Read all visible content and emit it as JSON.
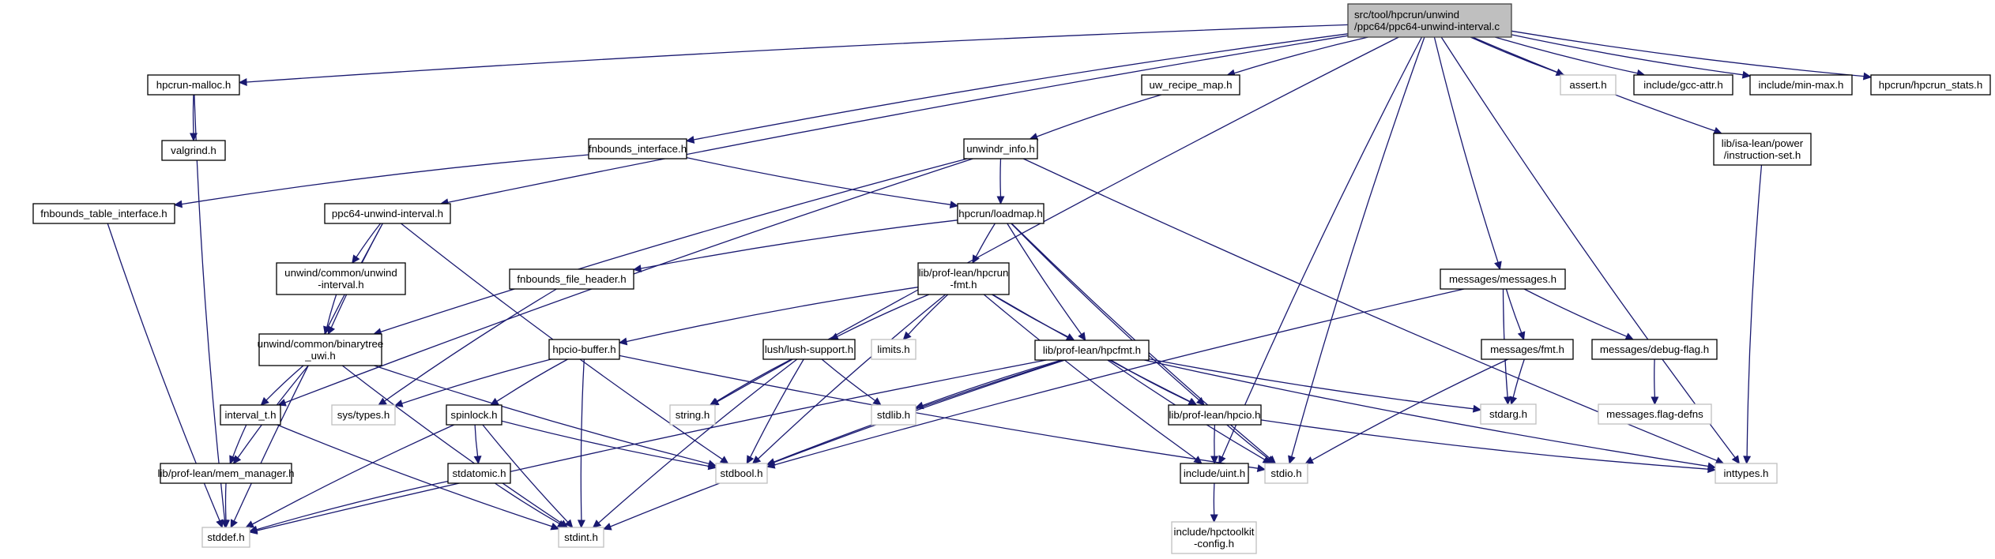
{
  "diagram": {
    "type": "include-dependency-graph",
    "colors": {
      "edge": "#191970",
      "root_fill": "#bfbfbf",
      "root_stroke": "#404040",
      "documented_fill": "#ffffff",
      "documented_stroke": "#000000",
      "external_fill": "#ffffff",
      "external_stroke": "#bfbfbf",
      "external_text": "#000000"
    },
    "nodes": [
      {
        "id": "root",
        "lines": [
          "src/tool/hpcrun/unwind",
          "/ppc64/ppc64-unwind-interval.c"
        ],
        "kind": "root"
      },
      {
        "id": "hpcrun_malloc",
        "lines": [
          "hpcrun-malloc.h"
        ],
        "kind": "documented"
      },
      {
        "id": "valgrind",
        "lines": [
          "valgrind.h"
        ],
        "kind": "documented"
      },
      {
        "id": "uw_recipe_map",
        "lines": [
          "uw_recipe_map.h"
        ],
        "kind": "documented"
      },
      {
        "id": "assert",
        "lines": [
          "assert.h"
        ],
        "kind": "external"
      },
      {
        "id": "gcc_attr",
        "lines": [
          "include/gcc-attr.h"
        ],
        "kind": "documented"
      },
      {
        "id": "min_max",
        "lines": [
          "include/min-max.h"
        ],
        "kind": "documented"
      },
      {
        "id": "hpcrun_stats",
        "lines": [
          "hpcrun/hpcrun_stats.h"
        ],
        "kind": "documented"
      },
      {
        "id": "fnbounds_interface",
        "lines": [
          "fnbounds_interface.h"
        ],
        "kind": "documented"
      },
      {
        "id": "unwindr_info",
        "lines": [
          "unwindr_info.h"
        ],
        "kind": "documented"
      },
      {
        "id": "instruction_set",
        "lines": [
          "lib/isa-lean/power",
          "/instruction-set.h"
        ],
        "kind": "documented"
      },
      {
        "id": "fnbounds_table_interface",
        "lines": [
          "fnbounds_table_interface.h"
        ],
        "kind": "documented"
      },
      {
        "id": "ppc64_unwind_interval_h",
        "lines": [
          "ppc64-unwind-interval.h"
        ],
        "kind": "documented"
      },
      {
        "id": "hpcrun_loadmap",
        "lines": [
          "hpcrun/loadmap.h"
        ],
        "kind": "documented"
      },
      {
        "id": "unwind_interval_h",
        "lines": [
          "unwind/common/unwind",
          "-interval.h"
        ],
        "kind": "documented"
      },
      {
        "id": "fnbounds_file_header",
        "lines": [
          "fnbounds_file_header.h"
        ],
        "kind": "documented"
      },
      {
        "id": "hpcrun_fmt",
        "lines": [
          "lib/prof-lean/hpcrun",
          "-fmt.h"
        ],
        "kind": "documented"
      },
      {
        "id": "messages_messages",
        "lines": [
          "messages/messages.h"
        ],
        "kind": "documented"
      },
      {
        "id": "binarytree_uwi",
        "lines": [
          "unwind/common/binarytree",
          "_uwi.h"
        ],
        "kind": "documented"
      },
      {
        "id": "hpcio_buffer",
        "lines": [
          "hpcio-buffer.h"
        ],
        "kind": "documented"
      },
      {
        "id": "lush_support",
        "lines": [
          "lush/lush-support.h"
        ],
        "kind": "documented"
      },
      {
        "id": "limits",
        "lines": [
          "limits.h"
        ],
        "kind": "external"
      },
      {
        "id": "hpcfmt",
        "lines": [
          "lib/prof-lean/hpcfmt.h"
        ],
        "kind": "documented"
      },
      {
        "id": "messages_fmt",
        "lines": [
          "messages/fmt.h"
        ],
        "kind": "documented"
      },
      {
        "id": "debug_flag",
        "lines": [
          "messages/debug-flag.h"
        ],
        "kind": "documented"
      },
      {
        "id": "interval_t",
        "lines": [
          "interval_t.h"
        ],
        "kind": "documented"
      },
      {
        "id": "sys_types",
        "lines": [
          "sys/types.h"
        ],
        "kind": "external"
      },
      {
        "id": "spinlock",
        "lines": [
          "spinlock.h"
        ],
        "kind": "documented"
      },
      {
        "id": "string_h",
        "lines": [
          "string.h"
        ],
        "kind": "external"
      },
      {
        "id": "stdlib",
        "lines": [
          "stdlib.h"
        ],
        "kind": "external"
      },
      {
        "id": "hpcio",
        "lines": [
          "lib/prof-lean/hpcio.h"
        ],
        "kind": "documented"
      },
      {
        "id": "stdarg",
        "lines": [
          "stdarg.h"
        ],
        "kind": "external"
      },
      {
        "id": "flag_defns",
        "lines": [
          "messages.flag-defns"
        ],
        "kind": "external"
      },
      {
        "id": "mem_manager",
        "lines": [
          "lib/prof-lean/mem_manager.h"
        ],
        "kind": "documented"
      },
      {
        "id": "stdatomic",
        "lines": [
          "stdatomic.h"
        ],
        "kind": "documented"
      },
      {
        "id": "stdbool",
        "lines": [
          "stdbool.h"
        ],
        "kind": "external"
      },
      {
        "id": "stdio",
        "lines": [
          "stdio.h"
        ],
        "kind": "external"
      },
      {
        "id": "include_uint",
        "lines": [
          "include/uint.h"
        ],
        "kind": "documented"
      },
      {
        "id": "inttypes",
        "lines": [
          "inttypes.h"
        ],
        "kind": "external"
      },
      {
        "id": "stddef",
        "lines": [
          "stddef.h"
        ],
        "kind": "external"
      },
      {
        "id": "stdint",
        "lines": [
          "stdint.h"
        ],
        "kind": "external"
      },
      {
        "id": "hpctoolkit_config",
        "lines": [
          "include/hpctoolkit",
          "-config.h"
        ],
        "kind": "external"
      }
    ],
    "edges": [
      [
        "root",
        "hpcrun_malloc"
      ],
      [
        "root",
        "uw_recipe_map"
      ],
      [
        "root",
        "assert"
      ],
      [
        "root",
        "gcc_attr"
      ],
      [
        "root",
        "min_max"
      ],
      [
        "root",
        "hpcrun_stats"
      ],
      [
        "root",
        "fnbounds_interface"
      ],
      [
        "root",
        "ppc64_unwind_interval_h"
      ],
      [
        "root",
        "string_h"
      ],
      [
        "root",
        "instruction_set"
      ],
      [
        "root",
        "messages_messages"
      ],
      [
        "root",
        "include_uint"
      ],
      [
        "root",
        "stdio"
      ],
      [
        "root",
        "inttypes"
      ],
      [
        "hpcrun_malloc",
        "valgrind"
      ],
      [
        "hpcrun_malloc",
        "stddef"
      ],
      [
        "uw_recipe_map",
        "unwindr_info"
      ],
      [
        "fnbounds_interface",
        "fnbounds_table_interface"
      ],
      [
        "fnbounds_interface",
        "hpcrun_loadmap"
      ],
      [
        "unwindr_info",
        "hpcrun_loadmap"
      ],
      [
        "unwindr_info",
        "binarytree_uwi"
      ],
      [
        "unwindr_info",
        "interval_t"
      ],
      [
        "unwindr_info",
        "inttypes"
      ],
      [
        "instruction_set",
        "inttypes"
      ],
      [
        "fnbounds_table_interface",
        "stddef"
      ],
      [
        "ppc64_unwind_interval_h",
        "unwind_interval_h"
      ],
      [
        "ppc64_unwind_interval_h",
        "binarytree_uwi"
      ],
      [
        "ppc64_unwind_interval_h",
        "stdbool"
      ],
      [
        "ppc64_unwind_interval_h",
        "stddef"
      ],
      [
        "hpcrun_loadmap",
        "fnbounds_file_header"
      ],
      [
        "hpcrun_loadmap",
        "hpcrun_fmt"
      ],
      [
        "hpcrun_loadmap",
        "hpcfmt"
      ],
      [
        "hpcrun_loadmap",
        "hpcio"
      ],
      [
        "hpcrun_loadmap",
        "stdio"
      ],
      [
        "unwind_interval_h",
        "binarytree_uwi"
      ],
      [
        "fnbounds_file_header",
        "sys_types"
      ],
      [
        "hpcrun_fmt",
        "hpcio_buffer"
      ],
      [
        "hpcrun_fmt",
        "lush_support"
      ],
      [
        "hpcrun_fmt",
        "limits"
      ],
      [
        "hpcrun_fmt",
        "hpcfmt"
      ],
      [
        "hpcrun_fmt",
        "hpcio"
      ],
      [
        "hpcrun_fmt",
        "stdbool"
      ],
      [
        "hpcrun_fmt",
        "include_uint"
      ],
      [
        "messages_messages",
        "messages_fmt"
      ],
      [
        "messages_messages",
        "debug_flag"
      ],
      [
        "messages_messages",
        "stdarg"
      ],
      [
        "messages_messages",
        "stdbool"
      ],
      [
        "binarytree_uwi",
        "interval_t"
      ],
      [
        "binarytree_uwi",
        "mem_manager"
      ],
      [
        "binarytree_uwi",
        "stdbool"
      ],
      [
        "binarytree_uwi",
        "stdint"
      ],
      [
        "hpcio_buffer",
        "sys_types"
      ],
      [
        "hpcio_buffer",
        "spinlock"
      ],
      [
        "hpcio_buffer",
        "stdint"
      ],
      [
        "hpcio_buffer",
        "stdio"
      ],
      [
        "lush_support",
        "string_h"
      ],
      [
        "lush_support",
        "stdlib"
      ],
      [
        "lush_support",
        "stdbool"
      ],
      [
        "lush_support",
        "stdint"
      ],
      [
        "hpcfmt",
        "stdlib"
      ],
      [
        "hpcfmt",
        "hpcio"
      ],
      [
        "hpcfmt",
        "stdarg"
      ],
      [
        "hpcfmt",
        "stdbool"
      ],
      [
        "hpcfmt",
        "stdio"
      ],
      [
        "hpcfmt",
        "inttypes"
      ],
      [
        "hpcfmt",
        "stddef"
      ],
      [
        "hpcfmt",
        "stdint"
      ],
      [
        "messages_fmt",
        "stdarg"
      ],
      [
        "messages_fmt",
        "stdio"
      ],
      [
        "debug_flag",
        "flag_defns"
      ],
      [
        "interval_t",
        "mem_manager"
      ],
      [
        "interval_t",
        "stdint"
      ],
      [
        "spinlock",
        "stdatomic"
      ],
      [
        "spinlock",
        "stdbool"
      ],
      [
        "spinlock",
        "stddef"
      ],
      [
        "spinlock",
        "stdint"
      ],
      [
        "hpcio",
        "include_uint"
      ],
      [
        "hpcio",
        "stdio"
      ],
      [
        "hpcio",
        "inttypes"
      ],
      [
        "mem_manager",
        "stddef"
      ],
      [
        "stdatomic",
        "stddef"
      ],
      [
        "stdatomic",
        "stdint"
      ],
      [
        "include_uint",
        "hpctoolkit_config"
      ]
    ]
  }
}
